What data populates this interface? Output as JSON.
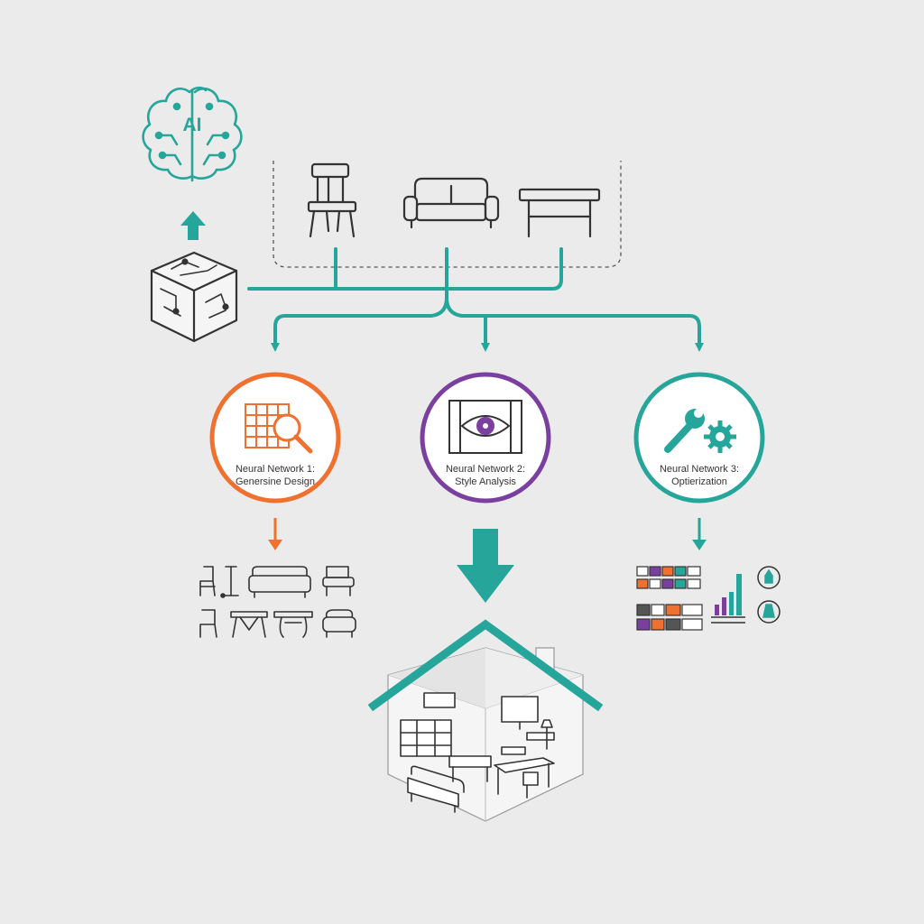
{
  "ai_badge": {
    "text": "AI"
  },
  "colors": {
    "teal": "#26a69a",
    "orange": "#f07030",
    "purple": "#7b3fa0",
    "ink": "#333333",
    "background": "#ebebeb"
  },
  "networks": [
    {
      "line1": "Neural Network 1:",
      "line2": "Genersine Design",
      "color": "#f07030",
      "icon": "grid-magnifier-icon"
    },
    {
      "line1": "Neural Network 2:",
      "line2": "Style Analysis",
      "color": "#7b3fa0",
      "icon": "eye-frame-icon"
    },
    {
      "line1": "Neural Network 3:",
      "line2": "Optierization",
      "color": "#26a69a",
      "icon": "wrench-gear-icon"
    }
  ],
  "inputs": [
    "chair-icon",
    "sofa-icon",
    "table-icon"
  ],
  "outputs": [
    "furniture-variants-icon",
    "smart-home-interior-icon",
    "optimization-metrics-icon"
  ]
}
